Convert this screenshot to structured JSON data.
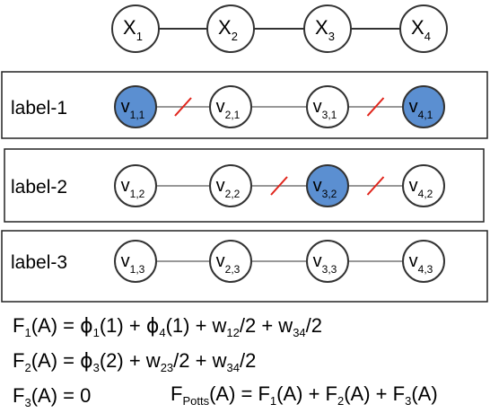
{
  "top_nodes": [
    {
      "main": "X",
      "sub": "1"
    },
    {
      "main": "X",
      "sub": "2"
    },
    {
      "main": "X",
      "sub": "3"
    },
    {
      "main": "X",
      "sub": "4"
    }
  ],
  "rows": [
    {
      "label": "label-1",
      "nodes": [
        {
          "main": "v",
          "sub": "1,1",
          "filled": true
        },
        {
          "main": "v",
          "sub": "2,1",
          "filled": false
        },
        {
          "main": "v",
          "sub": "3,1",
          "filled": false
        },
        {
          "main": "v",
          "sub": "4,1",
          "filled": true
        }
      ],
      "cut_edges": [
        0,
        2
      ]
    },
    {
      "label": "label-2",
      "nodes": [
        {
          "main": "v",
          "sub": "1,2",
          "filled": false
        },
        {
          "main": "v",
          "sub": "2,2",
          "filled": false
        },
        {
          "main": "v",
          "sub": "3,2",
          "filled": true
        },
        {
          "main": "v",
          "sub": "4,2",
          "filled": false
        }
      ],
      "cut_edges": [
        1,
        2
      ]
    },
    {
      "label": "label-3",
      "nodes": [
        {
          "main": "v",
          "sub": "1,3",
          "filled": false
        },
        {
          "main": "v",
          "sub": "2,3",
          "filled": false
        },
        {
          "main": "v",
          "sub": "3,3",
          "filled": false
        },
        {
          "main": "v",
          "sub": "4,3",
          "filled": false
        }
      ],
      "cut_edges": []
    }
  ],
  "colors": {
    "node_fill": "#ffffff",
    "node_selected_fill": "#5b8fd1",
    "stroke": "#333333",
    "row_edge": "#777777",
    "cut_mark": "#e0241b"
  },
  "equations": {
    "f1": {
      "a": "F",
      "b": "1",
      "c": "(A) = ",
      "d": "ϕ",
      "e": "1",
      "f": "(1) + ",
      "g": "ϕ",
      "h": "4",
      "i": "(1) + w",
      "j": "12",
      "k": "/2 + w",
      "l": "34",
      "m": "/2"
    },
    "f2": {
      "a": "F",
      "b": "2",
      "c": "(A) = ",
      "d": "ϕ",
      "e": "3",
      "f": "(2) + w",
      "g": "23",
      "h": "/2 + w",
      "i": "34",
      "j": "/2"
    },
    "f3": {
      "a": "F",
      "b": "3",
      "c": "(A) = 0"
    },
    "fp": {
      "a": "F",
      "b": "Potts",
      "c": "(A) = F",
      "d": "1",
      "e": "(A) + F",
      "f": "2",
      "g": "(A) + F",
      "h": "3",
      "i": "(A)"
    }
  }
}
